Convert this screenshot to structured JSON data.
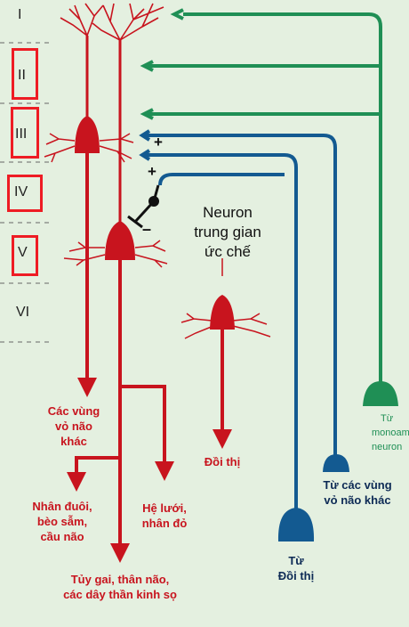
{
  "layers": [
    "I",
    "II",
    "III",
    "IV",
    "V",
    "VI"
  ],
  "interneuron_label": [
    "Neuron",
    "trung gian",
    "ức chế"
  ],
  "signs": {
    "plus": "+",
    "minus": "–"
  },
  "outputs": {
    "cortical": [
      "Các vùng",
      "vỏ não",
      "khác"
    ],
    "basal": [
      "Nhân đuôi,",
      "bèo sẫm,",
      "cầu não"
    ],
    "reticular": [
      "Hệ lưới,",
      "nhân đỏ"
    ],
    "spinal": [
      "Tủy gai, thân não,",
      "các dây thần kinh sọ"
    ],
    "thalamus": [
      "Đồi thị"
    ]
  },
  "inputs": {
    "monoamine": [
      "Từ",
      "monoamine",
      "neuron"
    ],
    "cortical": [
      "Từ các vùng",
      "vỏ não khác"
    ],
    "thalamus": [
      "Từ",
      "Đồi thị"
    ]
  },
  "colors": {
    "background": "#e4f0e0",
    "pyramidal": "#c8141e",
    "thalamic_input": "#135a91",
    "monoamine_input": "#1f8f55",
    "highlight_box": "#ee1c24"
  }
}
